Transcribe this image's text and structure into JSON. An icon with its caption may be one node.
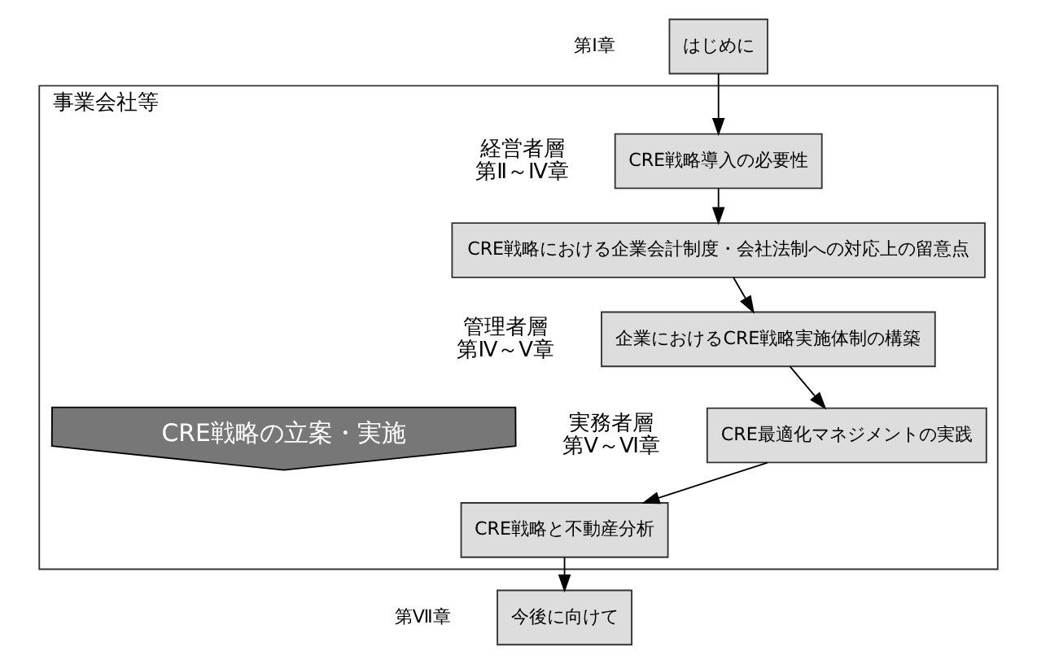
{
  "diagram": {
    "nodes": [
      {
        "text": [
          "はじめに"
        ],
        "beside": [
          "第Ⅰ章"
        ]
      },
      {
        "text": [
          "事業会社等"
        ]
      },
      {
        "text": [
          "CRE戦略導入の必要性"
        ],
        "in": 1
      },
      {
        "text": [
          "CRE戦略における企業会計制度・会社法制への対応上の留意点"
        ],
        "in": 1
      },
      {
        "text": [
          "企業におけるCRE戦略実施体制の構築"
        ],
        "in": 1
      },
      {
        "text": [
          "CRE最適化マネジメントの実践"
        ],
        "in": 1
      },
      {
        "text": [
          "CRE戦略と不動産分析"
        ],
        "in": 1
      },
      {
        "text": [
          "CRE戦略の立案・実施"
        ],
        "in": 1
      },
      {
        "text": [
          "今後に向けて"
        ],
        "beside": [
          "第Ⅶ章"
        ]
      }
    ],
    "edges": [
      {
        "from": 0,
        "to": 2,
        "arrow": "to"
      },
      {
        "from": 2,
        "to": 3,
        "arrow": "to"
      },
      {
        "from": 3,
        "to": 4,
        "arrow": "to"
      },
      {
        "from": 4,
        "to": 5,
        "arrow": "to"
      },
      {
        "from": 5,
        "to": 6,
        "arrow": "to"
      },
      {
        "from": 6,
        "to": 8,
        "arrow": "to"
      }
    ],
    "labels": [
      "経営者層",
      "第Ⅱ～Ⅳ章",
      "管理者層",
      "第Ⅳ～Ⅴ章",
      "実務者層",
      "第Ⅴ～Ⅵ章"
    ]
  }
}
